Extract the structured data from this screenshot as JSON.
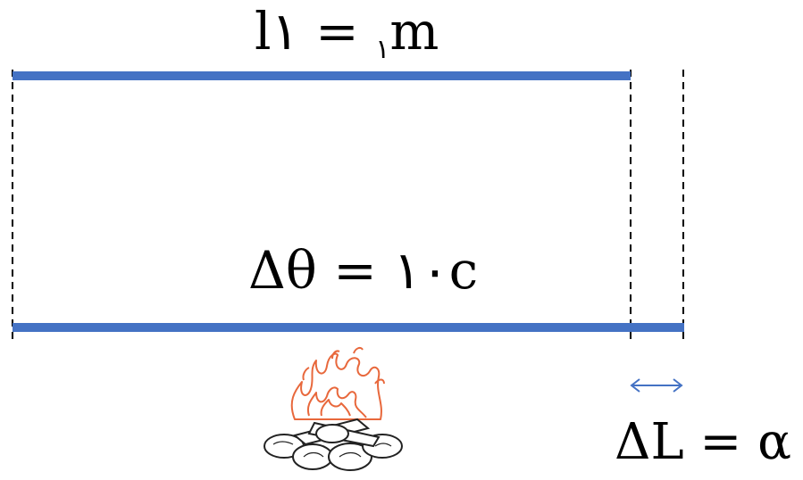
{
  "labels": {
    "l1_main": "l",
    "l1_sub": "١",
    "l1_rest": " = ١m",
    "delta_theta": "Δθ = ١٠c",
    "delta_l": "ΔL = α"
  },
  "colors": {
    "rod": "#4472c4",
    "dashed_line": "#000000",
    "arrow": "#4472c4",
    "flame": "#e8683c"
  },
  "icons": {
    "heat_source": "campfire-icon",
    "expansion_arrow": "double-arrow-icon"
  }
}
